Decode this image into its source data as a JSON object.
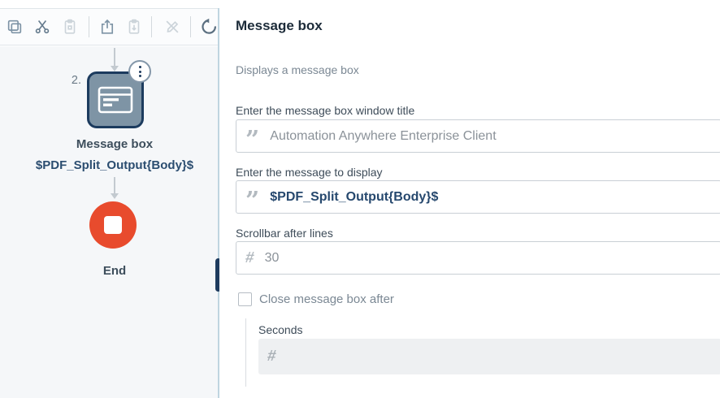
{
  "colors": {
    "accent_navy": "#1e3b5e",
    "end_node_red": "#e84b2d",
    "divider_blue": "#bfd5e0",
    "node_fill": "#7e94a5"
  },
  "toolbar": {
    "buttons": [
      {
        "name": "copy",
        "enabled": true
      },
      {
        "name": "cut",
        "enabled": true
      },
      {
        "name": "paste",
        "enabled": false
      },
      {
        "name": "export",
        "enabled": true
      },
      {
        "name": "paste-special",
        "enabled": false
      },
      {
        "name": "edit",
        "enabled": false
      },
      {
        "name": "undo",
        "enabled": true
      }
    ]
  },
  "flow": {
    "step_number": "2.",
    "node_title": "Message box",
    "node_variable": "$PDF_Split_Output{Body}$",
    "end_label": "End"
  },
  "panel": {
    "title": "Message box",
    "description": "Displays a message box",
    "fields": [
      {
        "label": "Enter the message box window title",
        "icon": "quote-icon",
        "value": "Automation Anywhere Enterprise Client"
      },
      {
        "label": "Enter the message to display",
        "icon": "quote-icon",
        "value": "$PDF_Split_Output{Body}$"
      },
      {
        "label": "Scrollbar after lines",
        "icon": "number-icon",
        "value": "30"
      }
    ],
    "close_checkbox": {
      "label": "Close message box after",
      "checked": false
    },
    "seconds_field": {
      "label": "Seconds",
      "value": "",
      "icon": "number-icon"
    }
  }
}
